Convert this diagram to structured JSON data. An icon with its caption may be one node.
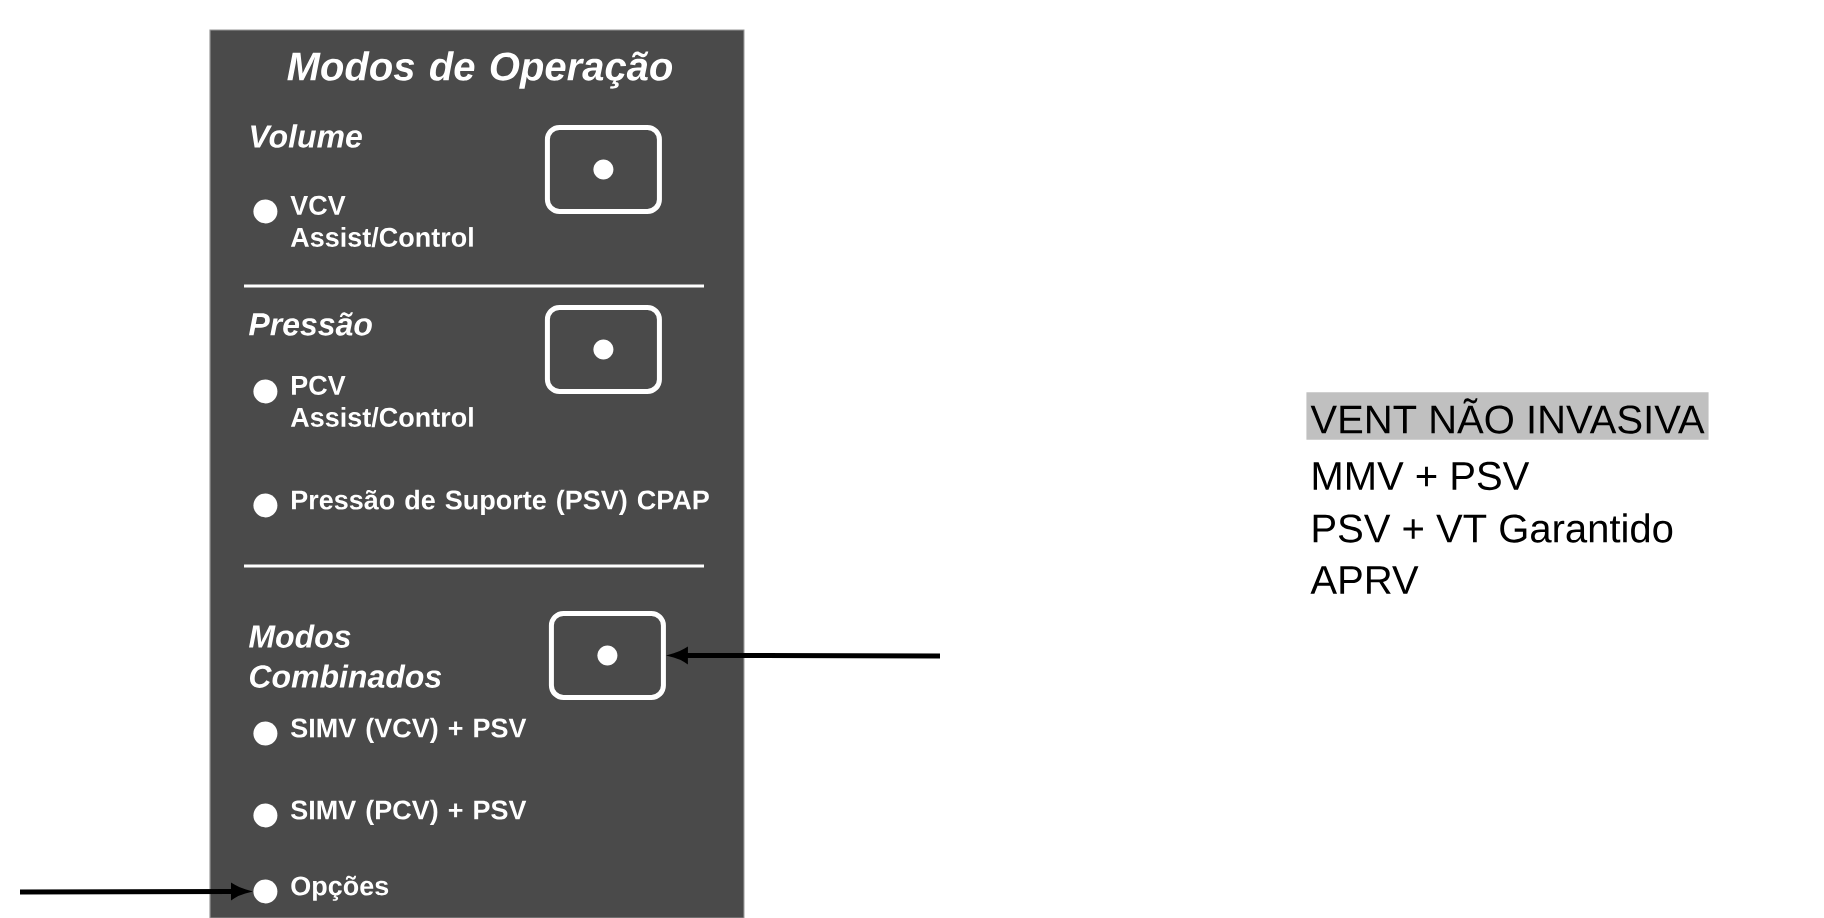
{
  "diagram": {
    "nodes": [
      {
        "text": [
          "Modos de Operação",
          "Volume",
          "Pressão",
          "Modos Combinados"
        ]
      },
      {
        "text": [],
        "shape": "box",
        "in": 0
      },
      {
        "text": [],
        "shape": "circle",
        "in": 0,
        "beside": [
          "VCV Assist/Control"
        ]
      },
      {
        "text": [],
        "shape": "box",
        "in": 0
      },
      {
        "text": [],
        "shape": "circle",
        "in": 0,
        "beside": [
          "PCV Assist/Control"
        ]
      },
      {
        "text": [],
        "shape": "circle",
        "in": 0,
        "beside": [
          "Pressão de Suporte (PSV) CPAP"
        ]
      },
      {
        "text": [],
        "shape": "box",
        "in": 0
      },
      {
        "text": [],
        "shape": "circle",
        "in": 0,
        "beside": [
          "SIMV (VCV) + PSV"
        ]
      },
      {
        "text": [],
        "shape": "circle",
        "in": 0,
        "beside": [
          "SIMV (PCV) + PSV"
        ]
      },
      {
        "text": [],
        "shape": "circle",
        "in": 0,
        "beside": [
          "Opções"
        ]
      }
    ],
    "edges": [
      {
        "from": null,
        "to": 6,
        "arrow": "to"
      },
      {
        "from": null,
        "to": 9,
        "arrow": "to"
      }
    ],
    "labels": [
      "VENT NÃO INVASIVA",
      "MMV + PSV",
      "PSV + VT Garantido",
      "APRV"
    ]
  }
}
